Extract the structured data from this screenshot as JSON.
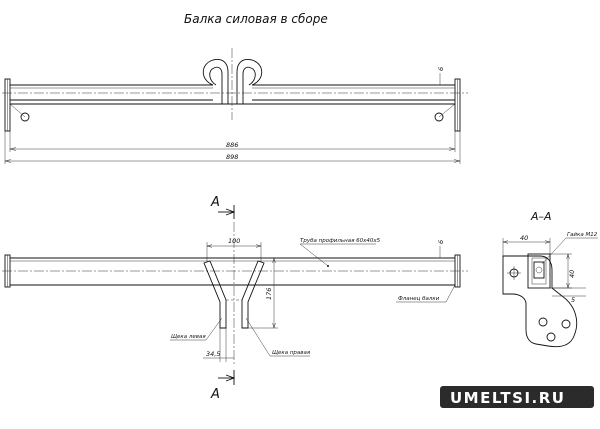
{
  "title": "Балка силовая в сборе",
  "top_view": {
    "dim_thickness": "6",
    "dim_inner": "886",
    "dim_outer": "898"
  },
  "bottom_view": {
    "section_mark": "А",
    "dim_top": "100",
    "dim_height": "176",
    "dim_bottom": "34,5",
    "dim_thickness": "6",
    "label_tube": "Труба профильная 60х40х5",
    "label_flange": "Фланец балки",
    "label_cheek_left": "Щека левая",
    "label_cheek_right": "Щека правая"
  },
  "section_view": {
    "title": "А–А",
    "dim_width": "40",
    "dim_height": "40",
    "dim_offset": "5",
    "label_nut": "Гайка М12"
  },
  "watermark": "UMELTSI.RU"
}
